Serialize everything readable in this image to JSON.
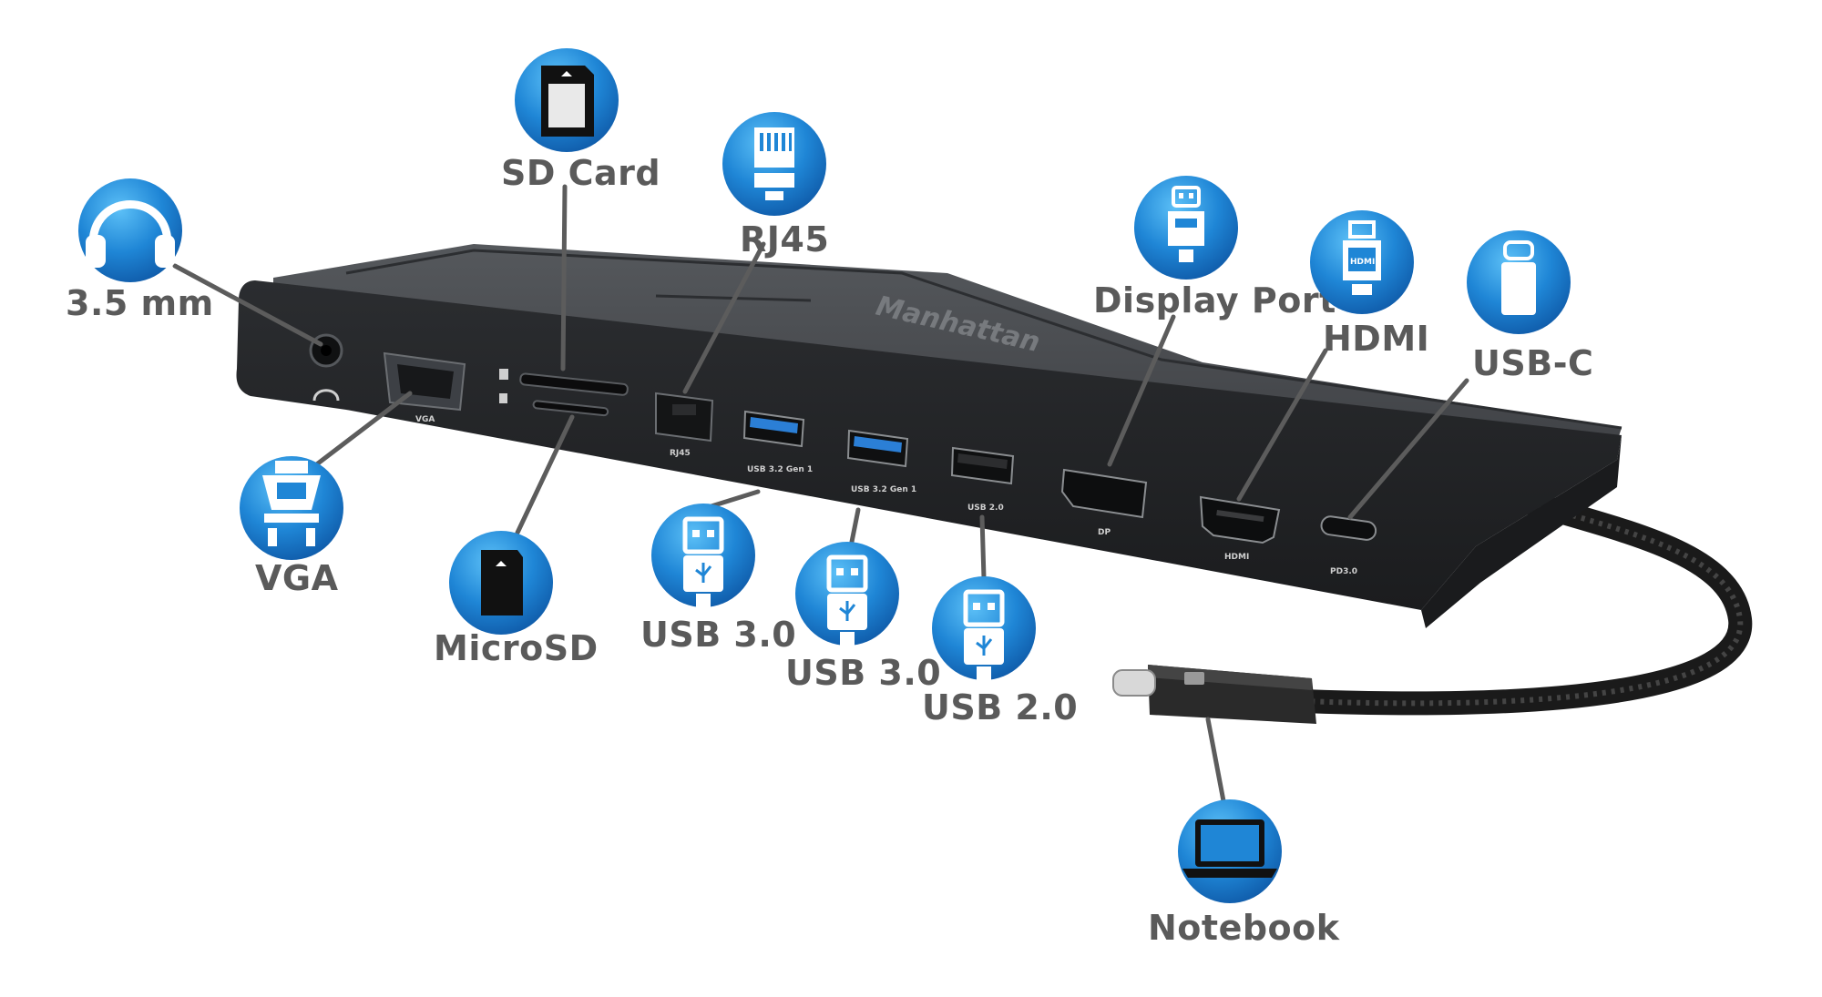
{
  "brand": "Manhattan",
  "colors": {
    "icon_blue": "#1e7fd0",
    "icon_light": "#4fb1f2",
    "label_gray": "#5a5a5a",
    "dock": "#2e3033",
    "usb3_blue": "#2b7fd6"
  },
  "callouts": {
    "audio": {
      "label": "3.5 mm",
      "icon": "headphones-icon"
    },
    "vga": {
      "label": "VGA",
      "icon": "vga-connector-icon"
    },
    "sd": {
      "label": "SD Card",
      "icon": "sd-card-icon"
    },
    "microsd": {
      "label": "MicroSD",
      "icon": "microsd-card-icon"
    },
    "rj45": {
      "label": "RJ45",
      "icon": "ethernet-plug-icon"
    },
    "usb1": {
      "label": "USB 3.0",
      "icon": "usb-plug-icon"
    },
    "usb2": {
      "label": "USB 3.0",
      "icon": "usb-plug-icon"
    },
    "usb3": {
      "label": "USB 2.0",
      "icon": "usb-plug-icon"
    },
    "dp": {
      "label": "Display Port",
      "icon": "displayport-plug-icon"
    },
    "hdmi": {
      "label": "HDMI",
      "icon": "hdmi-plug-icon"
    },
    "usbc": {
      "label": "USB-C",
      "icon": "usb-c-plug-icon"
    },
    "notebook": {
      "label": "Notebook",
      "icon": "laptop-icon"
    }
  },
  "port_labels": {
    "vga": "VGA",
    "rj45": "RJ45",
    "usb1": "USB 3.2 Gen 1",
    "usb2": "USB 3.2 Gen 1",
    "usb3": "USB 2.0",
    "dp": "DP",
    "hdmi": "HDMI",
    "pd": "PD3.0"
  },
  "hdmi_icon_text": "HDMI"
}
